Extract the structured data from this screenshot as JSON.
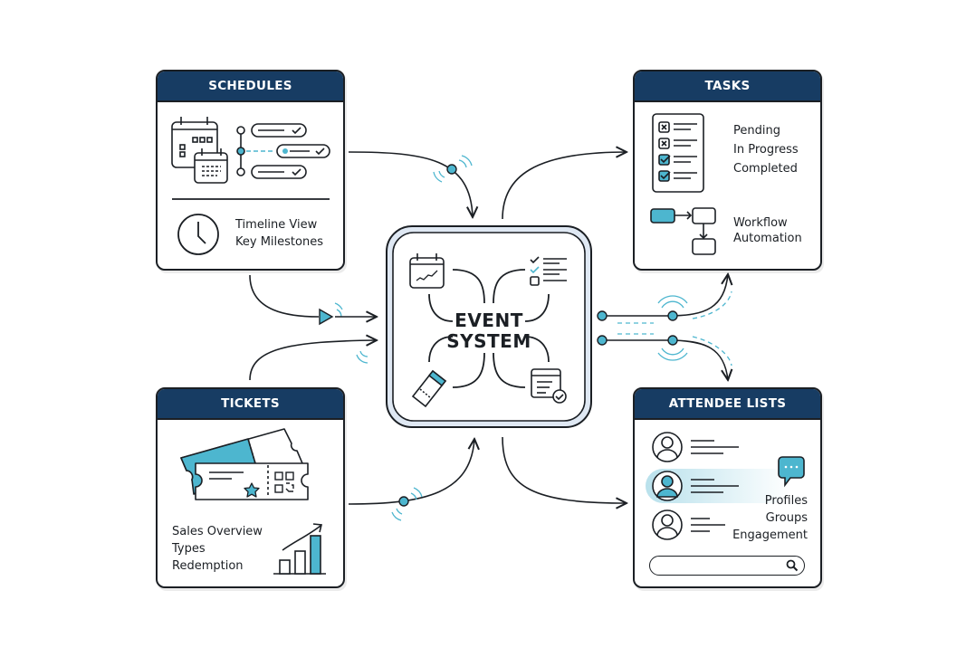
{
  "diagram": {
    "accent_color": "#4db6cf",
    "header_color": "#173c63",
    "hub": {
      "title_line1": "EVENT",
      "title_line2": "SYSTEM",
      "icons": [
        "calendar-plan-icon",
        "checklist-icon",
        "ticket-icon",
        "form-approved-icon"
      ]
    },
    "panels": {
      "schedules": {
        "title": "SCHEDULES",
        "items": [
          "Timeline View",
          "Key Milestones"
        ],
        "icons": [
          "calendar-icon",
          "timeline-icon",
          "clock-icon"
        ]
      },
      "tasks": {
        "title": "TASKS",
        "statuses": [
          "Pending",
          "In Progress",
          "Completed"
        ],
        "workflow": [
          "Workflow",
          "Automation"
        ],
        "icons": [
          "task-checklist-icon",
          "workflow-icon"
        ]
      },
      "tickets": {
        "title": "TICKETS",
        "items": [
          "Sales Overview",
          "Types",
          "Redemption"
        ],
        "icons": [
          "tickets-icon",
          "qr-code-icon",
          "sales-chart-icon"
        ]
      },
      "attendees": {
        "title": "ATTENDEE LISTS",
        "items": [
          "Profiles",
          "Groups",
          "Engagement"
        ],
        "search_placeholder": "",
        "icons": [
          "user-avatar-icon",
          "chat-bubble-icon",
          "search-icon"
        ]
      }
    },
    "connections": [
      {
        "from": "SCHEDULES",
        "to": "EVENT SYSTEM"
      },
      {
        "from": "SCHEDULES",
        "to": "EVENT SYSTEM"
      },
      {
        "from": "TICKETS",
        "to": "EVENT SYSTEM"
      },
      {
        "from": "TICKETS",
        "to": "EVENT SYSTEM"
      },
      {
        "from": "EVENT SYSTEM",
        "to": "TASKS"
      },
      {
        "from": "EVENT SYSTEM",
        "to": "TASKS"
      },
      {
        "from": "EVENT SYSTEM",
        "to": "ATTENDEE LISTS"
      },
      {
        "from": "EVENT SYSTEM",
        "to": "ATTENDEE LISTS"
      }
    ]
  }
}
